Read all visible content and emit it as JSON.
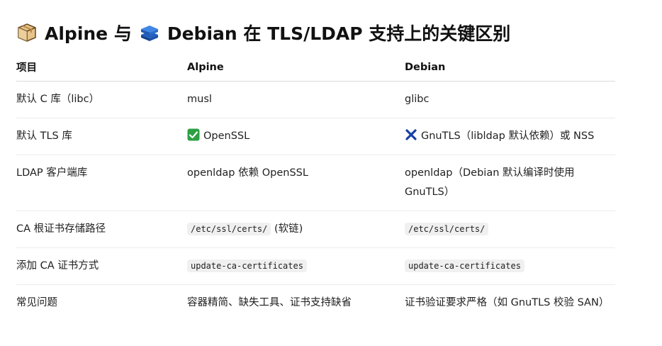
{
  "heading": {
    "part1": "Alpine 与",
    "part2": "Debian 在 TLS/LDAP 支持上的关键区别",
    "icon1": "package-box-icon",
    "icon2": "blue-stack-icon"
  },
  "table": {
    "headers": [
      "项目",
      "Alpine",
      "Debian"
    ],
    "rows": [
      {
        "item": "默认 C 库（libc）",
        "alpine": "musl",
        "debian": "glibc"
      },
      {
        "item": "默认 TLS 库",
        "alpine_icon": "check-mark-icon",
        "alpine": "OpenSSL",
        "debian_icon": "cross-mark-icon",
        "debian": "GnuTLS（libldap 默认依赖）或 NSS"
      },
      {
        "item": "LDAP 客户端库",
        "alpine": "openldap 依赖 OpenSSL",
        "debian": "openldap（Debian 默认编译时使用 GnuTLS）"
      },
      {
        "item": "CA 根证书存储路径",
        "alpine_code": "/etc/ssl/certs/",
        "alpine_suffix": " (软链)",
        "debian_code": "/etc/ssl/certs/"
      },
      {
        "item": "添加 CA 证书方式",
        "alpine_code": "update-ca-certificates",
        "debian_code": "update-ca-certificates"
      },
      {
        "item": "常见问题",
        "alpine": "容器精简、缺失工具、证书支持缺省",
        "debian": "证书验证要求严格（如 GnuTLS 校验 SAN）"
      }
    ]
  },
  "colors": {
    "check_green": "#2ea043",
    "cross_blue": "#1a3fa8",
    "code_bg": "#f0f0f0"
  }
}
